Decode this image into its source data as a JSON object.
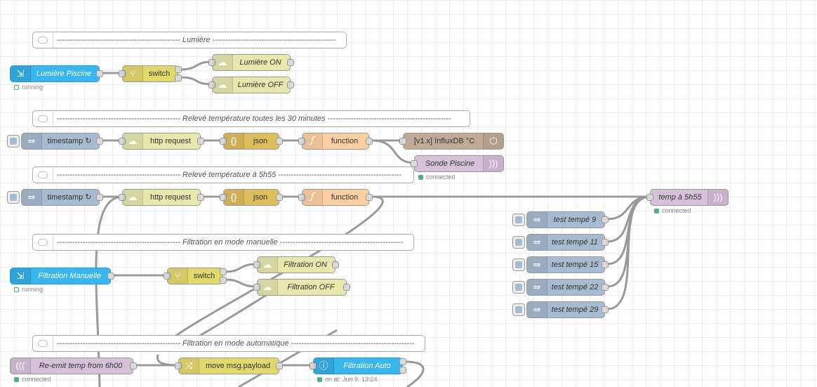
{
  "comments": {
    "lumiere": "------------------------------------------------ Lumière ------------------------------------------------",
    "releve30": "------------------------------------------------ Relevé température toutes les 30 minutes ------------------------------------------------",
    "releve555": "------------------------------------------------ Relevé température à 5h55 ------------------------------------------------",
    "filtration_manuelle": "------------------------------------------------ Filtration en mode manuelle ------------------------------------------------",
    "filtration_auto": "------------------------------------------------ Filtration en mode automatique ------------------------------------------------"
  },
  "nodes": {
    "lumiere_piscine": "Lumière Piscine",
    "switch1": "switch",
    "lumiere_on": "Lumière ON",
    "lumiere_off": "Lumière OFF",
    "timestamp1": "timestamp ↻",
    "http1": "http request",
    "json1": "json",
    "function1": "function",
    "influx": "[v1.x] InfluxDB °C",
    "sonde_piscine": "Sonde Piscine",
    "timestamp2": "timestamp ↻",
    "http2": "http request",
    "json2": "json",
    "function2": "function",
    "temp_555": "temp à 5h55",
    "test9": "test tempé 9",
    "test11": "test tempé 11",
    "test15": "test tempé 15",
    "test22": "test tempé 22",
    "test29": "test tempé 29",
    "filtration_manuelle": "Filtration Manuelle",
    "switch2": "switch",
    "filtration_on": "Filtration ON",
    "filtration_off": "Filtration OFF",
    "reemit": "Re-emit temp from 6h00",
    "move": "move msg.payload",
    "filtration_auto": "Filtration Auto"
  },
  "status": {
    "lumiere_piscine": "running",
    "sonde_piscine": "connected",
    "temp_555": "connected",
    "filtration_manuelle": "running",
    "reemit": "connected",
    "filtration_auto": "on at: Jun 9, 13:24"
  },
  "icons": {
    "mqtt_in": "mqtt-in-icon",
    "switch": "switch-icon",
    "mqtt_out": "mqtt-out-icon",
    "inject": "inject-arrow-icon",
    "http": "http-globe-icon",
    "json": "json-braces-icon",
    "function": "function-f-icon",
    "influx": "influxdb-icon",
    "link": "link-waves-icon",
    "change": "change-shuffle-icon",
    "info": "info-icon"
  },
  "colors": {
    "canvas": "#ffffff",
    "grid": "#eeeeee",
    "wire": "#999999",
    "mqtt_blue": "#38b6f0",
    "switch": "#e2d96e",
    "mqtt_out": "#e7e7ae",
    "inject": "#a6bbcf",
    "json": "#debd5c",
    "function": "#fdd0a2",
    "influx": "#c0aa95",
    "link": "#d6c1d9",
    "status_green": "#55aa88"
  }
}
